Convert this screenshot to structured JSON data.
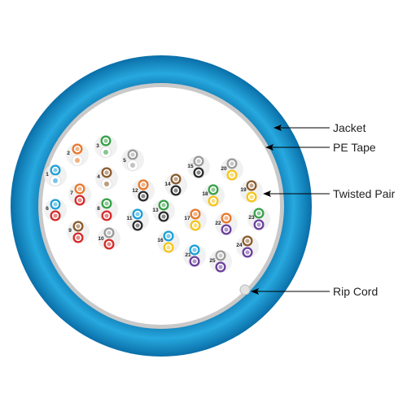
{
  "callouts": {
    "jacket": "Jacket",
    "pe_tape": "PE Tape",
    "twisted_pair": "Twisted Pair",
    "rip_cord": "Rip Cord"
  },
  "colors": {
    "jacket_dark": "#0a6ea8",
    "jacket_light": "#27a9df",
    "pe_tape": "#c9c9c9",
    "core_bg": "#ffffff",
    "rip_cord": "#e2e2e2",
    "pair_halo": "#eeeeee",
    "white_core": "#ffffff"
  },
  "pair_colors": {
    "blue": "#1ba0d8",
    "orange": "#e8782a",
    "green": "#35a046",
    "brown": "#8a5a2b",
    "slate": "#9a9a9a",
    "white": "#f2f2f2",
    "red": "#d62828",
    "black": "#2a2a2a",
    "yellow": "#f5c518",
    "violet": "#6a3f9c"
  },
  "pairs": [
    {
      "number": "1",
      "stripe": "blue",
      "ring": "white"
    },
    {
      "number": "2",
      "stripe": "orange",
      "ring": "white"
    },
    {
      "number": "3",
      "stripe": "green",
      "ring": "white"
    },
    {
      "number": "4",
      "stripe": "brown",
      "ring": "white"
    },
    {
      "number": "5",
      "stripe": "slate",
      "ring": "white"
    },
    {
      "number": "6",
      "stripe": "blue",
      "ring": "red"
    },
    {
      "number": "7",
      "stripe": "orange",
      "ring": "red"
    },
    {
      "number": "8",
      "stripe": "green",
      "ring": "red"
    },
    {
      "number": "9",
      "stripe": "brown",
      "ring": "red"
    },
    {
      "number": "10",
      "stripe": "slate",
      "ring": "red"
    },
    {
      "number": "11",
      "stripe": "blue",
      "ring": "black"
    },
    {
      "number": "12",
      "stripe": "orange",
      "ring": "black"
    },
    {
      "number": "13",
      "stripe": "green",
      "ring": "black"
    },
    {
      "number": "14",
      "stripe": "brown",
      "ring": "black"
    },
    {
      "number": "15",
      "stripe": "slate",
      "ring": "black"
    },
    {
      "number": "16",
      "stripe": "blue",
      "ring": "yellow"
    },
    {
      "number": "17",
      "stripe": "orange",
      "ring": "yellow"
    },
    {
      "number": "18",
      "stripe": "green",
      "ring": "yellow"
    },
    {
      "number": "19",
      "stripe": "brown",
      "ring": "yellow"
    },
    {
      "number": "20",
      "stripe": "slate",
      "ring": "yellow"
    },
    {
      "number": "21",
      "stripe": "blue",
      "ring": "violet"
    },
    {
      "number": "22",
      "stripe": "orange",
      "ring": "violet"
    },
    {
      "number": "23",
      "stripe": "green",
      "ring": "violet"
    },
    {
      "number": "24",
      "stripe": "brown",
      "ring": "violet"
    },
    {
      "number": "25",
      "stripe": "slate",
      "ring": "violet"
    }
  ]
}
